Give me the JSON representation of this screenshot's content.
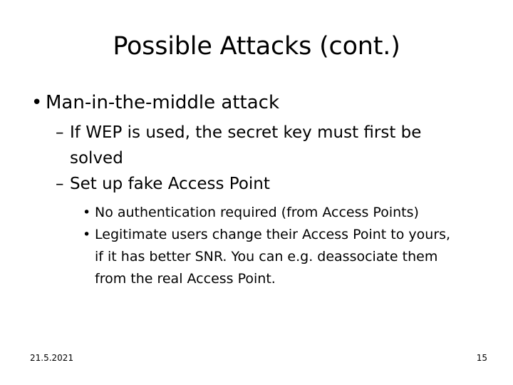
{
  "slide": {
    "title": "Possible Attacks (cont.)",
    "bullets": {
      "level1": {
        "marker": "•",
        "text": "Man-in-the-middle attack"
      },
      "level2": [
        {
          "marker": "–",
          "text": "If WEP is used, the secret key must first be solved"
        },
        {
          "marker": "–",
          "text": "Set up fake Access Point"
        }
      ],
      "level3": [
        {
          "marker": "•",
          "text": "No authentication required (from Access Points)"
        },
        {
          "marker": "•",
          "text": "Legitimate users change their Access Point to yours, if it has better SNR. You can e.g. deassociate them from the real Access Point."
        }
      ]
    },
    "footer": {
      "date": "21.5.2021",
      "page_number": "15"
    }
  }
}
